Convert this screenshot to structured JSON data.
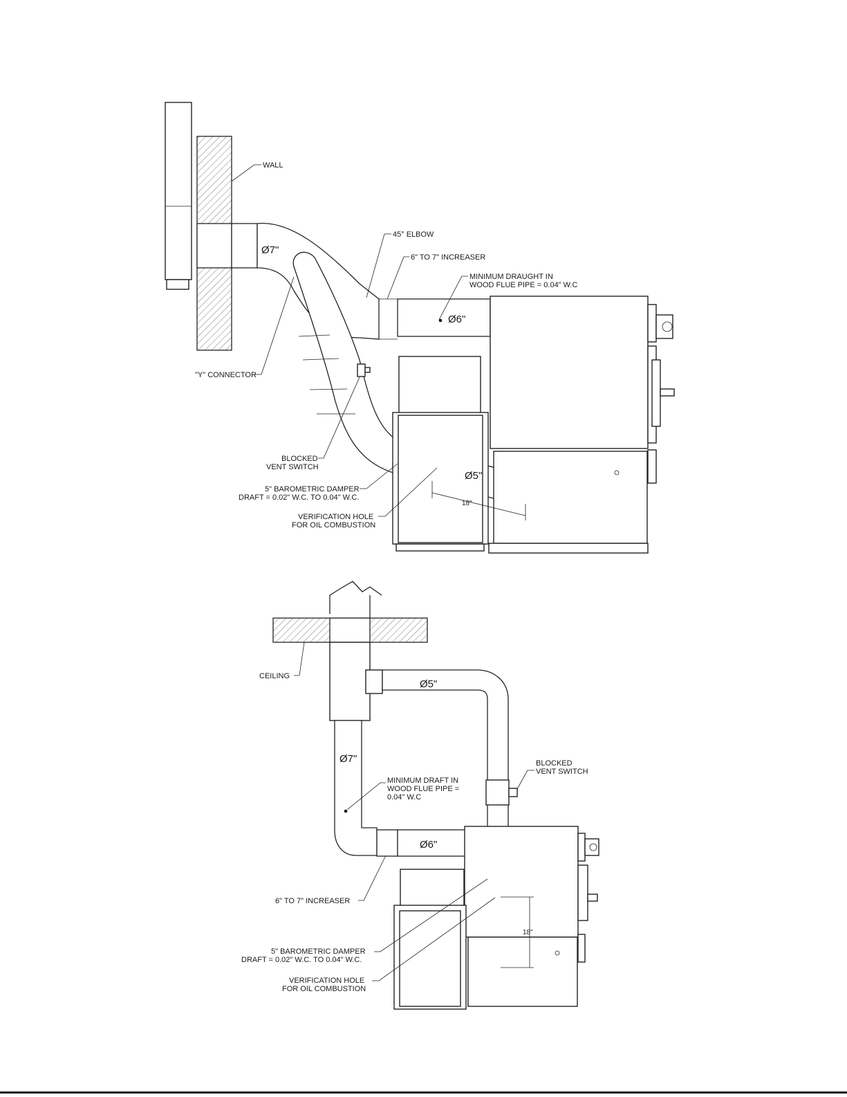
{
  "top_diagram": {
    "wall": "WALL",
    "elbow": "45° ELBOW",
    "increaser": "6\" TO 7\" INCREASER",
    "draught_line1": "MINIMUM DRAUGHT IN",
    "draught_line2": "WOOD FLUE PIPE = 0.04\" W.C",
    "y_connector": "\"Y\" CONNECTOR",
    "blocked_line1": "BLOCKED",
    "blocked_line2": "VENT SWITCH",
    "damper_line1": "5\" BAROMETRIC DAMPER",
    "damper_line2": "DRAFT = 0.02\" W.C. TO 0.04\" W.C.",
    "verif_line1": "VERIFICATION HOLE",
    "verif_line2": "FOR OIL COMBUSTION",
    "dia7": "Ø7\"",
    "dia6": "Ø6\"",
    "dia5": "Ø5\"",
    "dim18": "18\""
  },
  "bottom_diagram": {
    "ceiling": "CEILING",
    "dia5": "Ø5\"",
    "dia7": "Ø7\"",
    "dia6": "Ø6\"",
    "blocked_line1": "BLOCKED",
    "blocked_line2": "VENT SWITCH",
    "draft_line1": "MINIMUM DRAFT IN",
    "draft_line2": "WOOD FLUE PIPE =",
    "draft_line3": "0.04\" W.C",
    "increaser": "6\" TO 7\" INCREASER",
    "damper_line1": "5\" BAROMETRIC DAMPER",
    "damper_line2": "DRAFT = 0.02\" W.C. TO 0.04\" W.C.",
    "verif_line1": "VERIFICATION HOLE",
    "verif_line2": "FOR OIL COMBUSTION",
    "dim18": "18\""
  }
}
